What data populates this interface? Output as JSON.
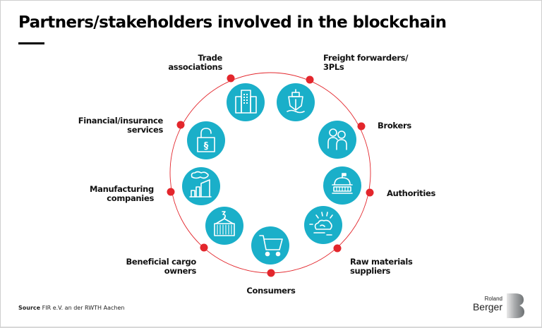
{
  "title": "Partners/stakeholders involved in the blockchain",
  "colors": {
    "icon_circle": "#1AAFC9",
    "ring": "#E3262C",
    "dot": "#E3262C",
    "text": "#111111",
    "title_rule": "#000000"
  },
  "stakeholders": [
    {
      "name": "Trade associations",
      "lines": [
        "Trade",
        "associations"
      ],
      "icon": "office-buildings-icon"
    },
    {
      "name": "Freight forwarders/3PLs",
      "lines": [
        "Freight forwarders/",
        "3PLs"
      ],
      "icon": "ship-icon"
    },
    {
      "name": "Brokers",
      "lines": [
        "Brokers"
      ],
      "icon": "people-icon"
    },
    {
      "name": "Authorities",
      "lines": [
        "Authorities"
      ],
      "icon": "government-building-icon"
    },
    {
      "name": "Raw materials suppliers",
      "lines": [
        "Raw materials",
        "suppliers"
      ],
      "icon": "raw-materials-icon"
    },
    {
      "name": "Consumers",
      "lines": [
        "Consumers"
      ],
      "icon": "shopping-cart-icon"
    },
    {
      "name": "Beneficial cargo owners",
      "lines": [
        "Beneficial cargo",
        "owners"
      ],
      "icon": "container-crane-icon"
    },
    {
      "name": "Manufacturing companies",
      "lines": [
        "Manufacturing",
        "companies"
      ],
      "icon": "factory-icon"
    },
    {
      "name": "Financial/insurance services",
      "lines": [
        "Financial/insurance",
        "services"
      ],
      "icon": "padlock-paragraph-icon"
    }
  ],
  "source": {
    "label": "Source",
    "text": "FIR e.V. an der RWTH Aachen"
  },
  "logo": {
    "line1": "Roland",
    "line2": "Berger"
  }
}
